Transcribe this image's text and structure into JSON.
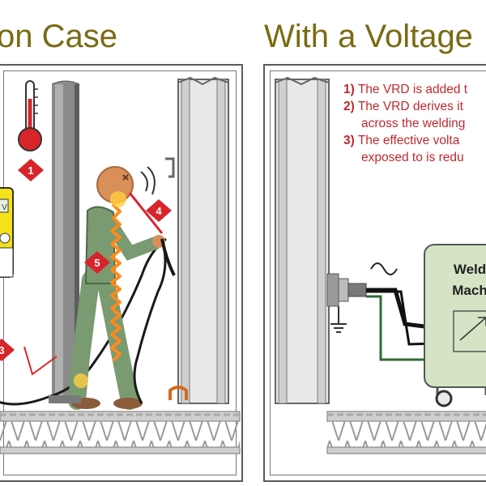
{
  "titles": {
    "left": "on Case",
    "right": "With a Voltage"
  },
  "steps": [
    {
      "num": "1)",
      "line1": "The VRD is added t",
      "line2": ""
    },
    {
      "num": "2)",
      "line1": "The VRD derives it",
      "line2": "across the welding"
    },
    {
      "num": "3)",
      "line1": "The effective volta",
      "line2": "exposed to is redu"
    }
  ],
  "welding_machine": {
    "line1": "Weld",
    "line2": "Mach"
  },
  "badges": [
    "1",
    "3",
    "4",
    "5"
  ],
  "meter": {
    "display": "V"
  },
  "colors": {
    "title": "#7a6a12",
    "steps_text": "#c0282c",
    "badge": "#d8242b",
    "machine_fill": "#d4e4c4",
    "worker_body": "#7a9a72",
    "worker_head": "#d98f5a",
    "current": "#ff8a1a",
    "ground_wire": "#2f6b35"
  },
  "icons": [
    "thermometer-icon",
    "ac-sine-icon",
    "ground-symbol-icon",
    "multimeter-icon"
  ]
}
